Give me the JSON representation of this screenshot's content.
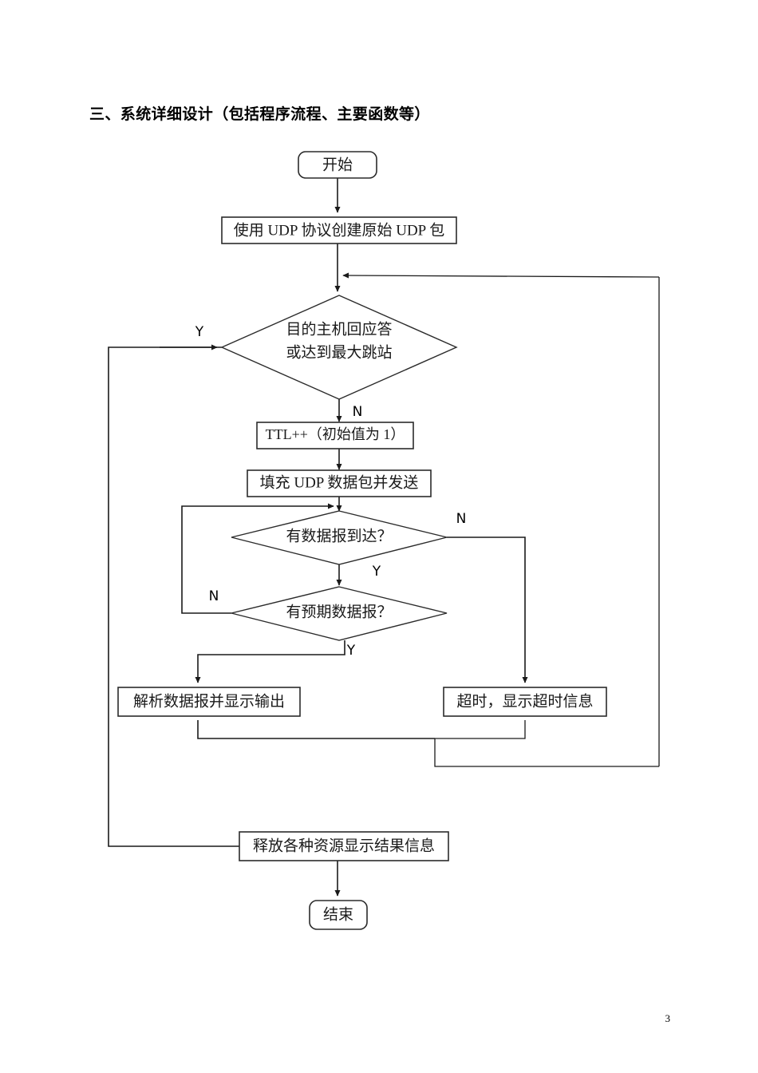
{
  "document": {
    "heading": "三、系统详细设计（包括程序流程、主要函数等）",
    "page_number": "3"
  },
  "flowchart": {
    "nodes": {
      "start": {
        "label": "开始",
        "shape": "capsule"
      },
      "create_packet": {
        "label": "使用 UDP 协议创建原始 UDP 包",
        "shape": "process"
      },
      "decision_reply": {
        "label_line1": "目的主机回应答",
        "label_line2": "或达到最大跳站",
        "shape": "decision"
      },
      "ttl_increment": {
        "label": "TTL++（初始值为 1）",
        "shape": "process"
      },
      "fill_send": {
        "label": "填充 UDP 数据包并发送",
        "shape": "process"
      },
      "decision_arrived": {
        "label": "有数据报到达？",
        "shape": "decision"
      },
      "decision_expected": {
        "label": "有预期数据报？",
        "shape": "decision"
      },
      "parse_output": {
        "label": "解析数据报并显示输出",
        "shape": "process"
      },
      "timeout": {
        "label": "超时，显示超时信息",
        "shape": "process"
      },
      "release": {
        "label": "释放各种资源显示结果信息",
        "shape": "process"
      },
      "end": {
        "label": "结束",
        "shape": "capsule"
      }
    },
    "branch_labels": {
      "reply_yes": "Y",
      "reply_no": "N",
      "arrived_no": "N",
      "arrived_yes": "Y",
      "expected_no": "N",
      "expected_yes": "Y"
    },
    "colors": {
      "stroke": "#1a1a1a",
      "shape_stroke": "#2b2b2b",
      "background": "#ffffff",
      "text": "#1a1a1a"
    }
  }
}
